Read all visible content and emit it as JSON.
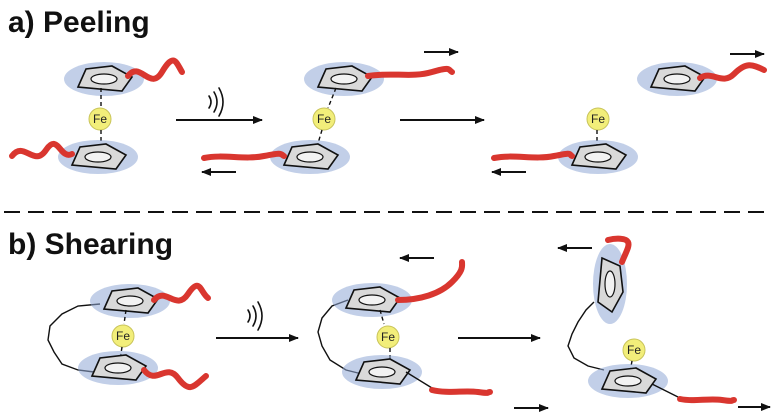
{
  "panels": {
    "a": {
      "label": "a) Peeling"
    },
    "b": {
      "label": "b) Shearing"
    }
  },
  "atom_label": "Fe",
  "colors": {
    "chain": "#d9362f",
    "halo": "#8fa8d6",
    "fe": "#f2ee7a",
    "ink": "#111111"
  }
}
